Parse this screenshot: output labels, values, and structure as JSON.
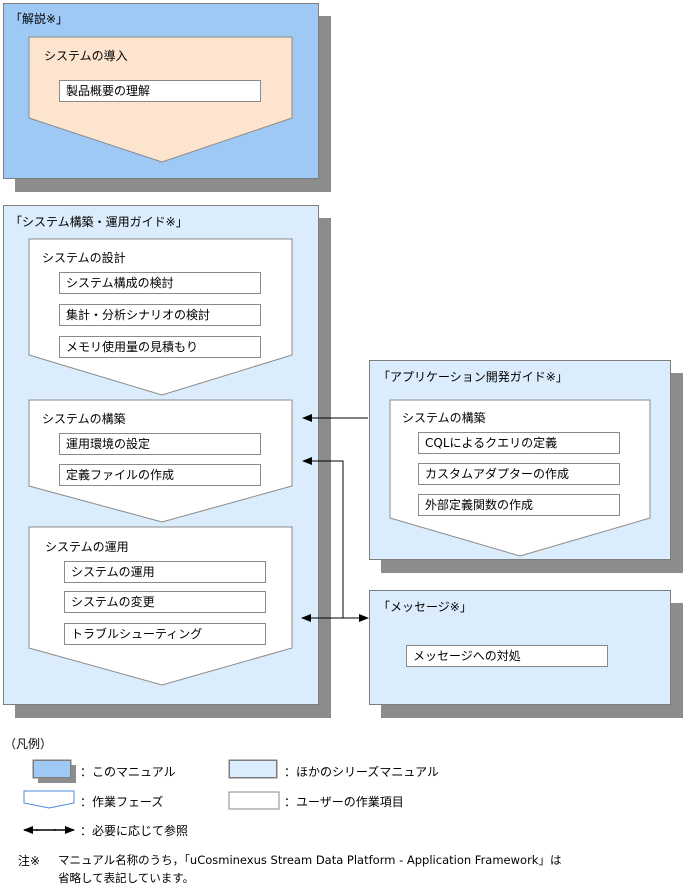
{
  "colors": {
    "this_manual": "#9ec9f5",
    "other_manual": "#dbedfc",
    "phase_dark": "#fde4cf",
    "phase_light": "#ffffff",
    "shadow": "#8c8c8c"
  },
  "manuals": {
    "kaisetsu": {
      "title": "「解説※」",
      "phases": [
        {
          "title": "システムの導入",
          "items": [
            "製品概要の理解"
          ]
        }
      ]
    },
    "kouchiku": {
      "title": "「システム構築・運用ガイド※」",
      "phases": [
        {
          "title": "システムの設計",
          "items": [
            "システム構成の検討",
            "集計・分析シナリオの検討",
            "メモリ使用量の見積もり"
          ]
        },
        {
          "title": "システムの構築",
          "items": [
            "運用環境の設定",
            "定義ファイルの作成"
          ]
        },
        {
          "title": "システムの運用",
          "items": [
            "システムの運用",
            "システムの変更",
            "トラブルシューティング"
          ]
        }
      ]
    },
    "app_guide": {
      "title": "「アプリケーション開発ガイド※」",
      "phases": [
        {
          "title": "システムの構築",
          "items": [
            "CQLによるクエリの定義",
            "カスタムアダプターの作成",
            "外部定義関数の作成"
          ]
        }
      ]
    },
    "message": {
      "title": "「メッセージ※」",
      "items": [
        "メッセージへの対処"
      ]
    }
  },
  "legend": {
    "heading": "（凡例）",
    "this_manual": "：このマニュアル",
    "other_manual": "：ほかのシリーズマニュアル",
    "phase": "：作業フェーズ",
    "user_item": "：ユーザーの作業項目",
    "reference": "：必要に応じて参照"
  },
  "note": {
    "mark": "注※",
    "line1": "マニュアル名称のうち，「uCosminexus Stream Data Platform - Application Framework」は",
    "line2": "省略して表記しています。"
  }
}
